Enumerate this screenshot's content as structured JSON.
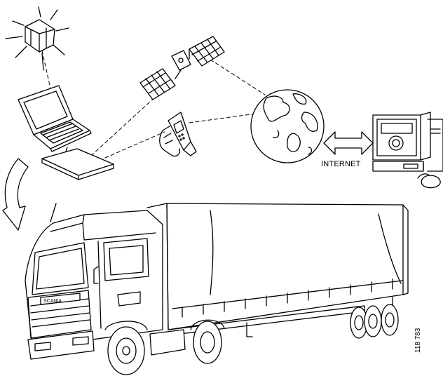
{
  "labels": {
    "internet": "INTERNET",
    "figure_number": "118 783",
    "brand_text": "SCANIA"
  },
  "icons": [
    "satellite-icon",
    "laptop-icon",
    "modem-icon",
    "mobile-phone-icon",
    "globe-icon",
    "desktop-computer-icon",
    "mouse-icon",
    "truck-icon"
  ]
}
